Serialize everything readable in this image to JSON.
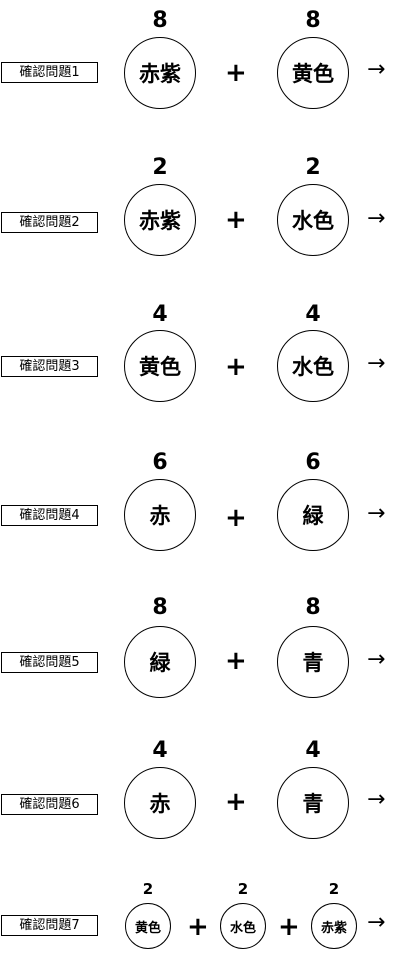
{
  "questions": [
    {
      "label": "確認問題1",
      "left": {
        "count": "8",
        "color": "赤紫"
      },
      "right": {
        "count": "8",
        "color": "黄色"
      },
      "plus": "+",
      "arrow": "→"
    },
    {
      "label": "確認問題2",
      "left": {
        "count": "2",
        "color": "赤紫"
      },
      "right": {
        "count": "2",
        "color": "水色"
      },
      "plus": "+",
      "arrow": "→"
    },
    {
      "label": "確認問題3",
      "left": {
        "count": "4",
        "color": "黄色"
      },
      "right": {
        "count": "4",
        "color": "水色"
      },
      "plus": "+",
      "arrow": "→"
    },
    {
      "label": "確認問題4",
      "left": {
        "count": "6",
        "color": "赤"
      },
      "right": {
        "count": "6",
        "color": "緑"
      },
      "plus": "+",
      "arrow": "→"
    },
    {
      "label": "確認問題5",
      "left": {
        "count": "8",
        "color": "緑"
      },
      "right": {
        "count": "8",
        "color": "青"
      },
      "plus": "+",
      "arrow": "→"
    },
    {
      "label": "確認問題6",
      "left": {
        "count": "4",
        "color": "赤"
      },
      "right": {
        "count": "4",
        "color": "青"
      },
      "plus": "+",
      "arrow": "→"
    }
  ],
  "question7": {
    "label": "確認問題7",
    "items": [
      {
        "count": "2",
        "color": "黄色"
      },
      {
        "count": "2",
        "color": "水色"
      },
      {
        "count": "2",
        "color": "赤紫"
      }
    ],
    "plus": "+",
    "arrow": "→"
  }
}
